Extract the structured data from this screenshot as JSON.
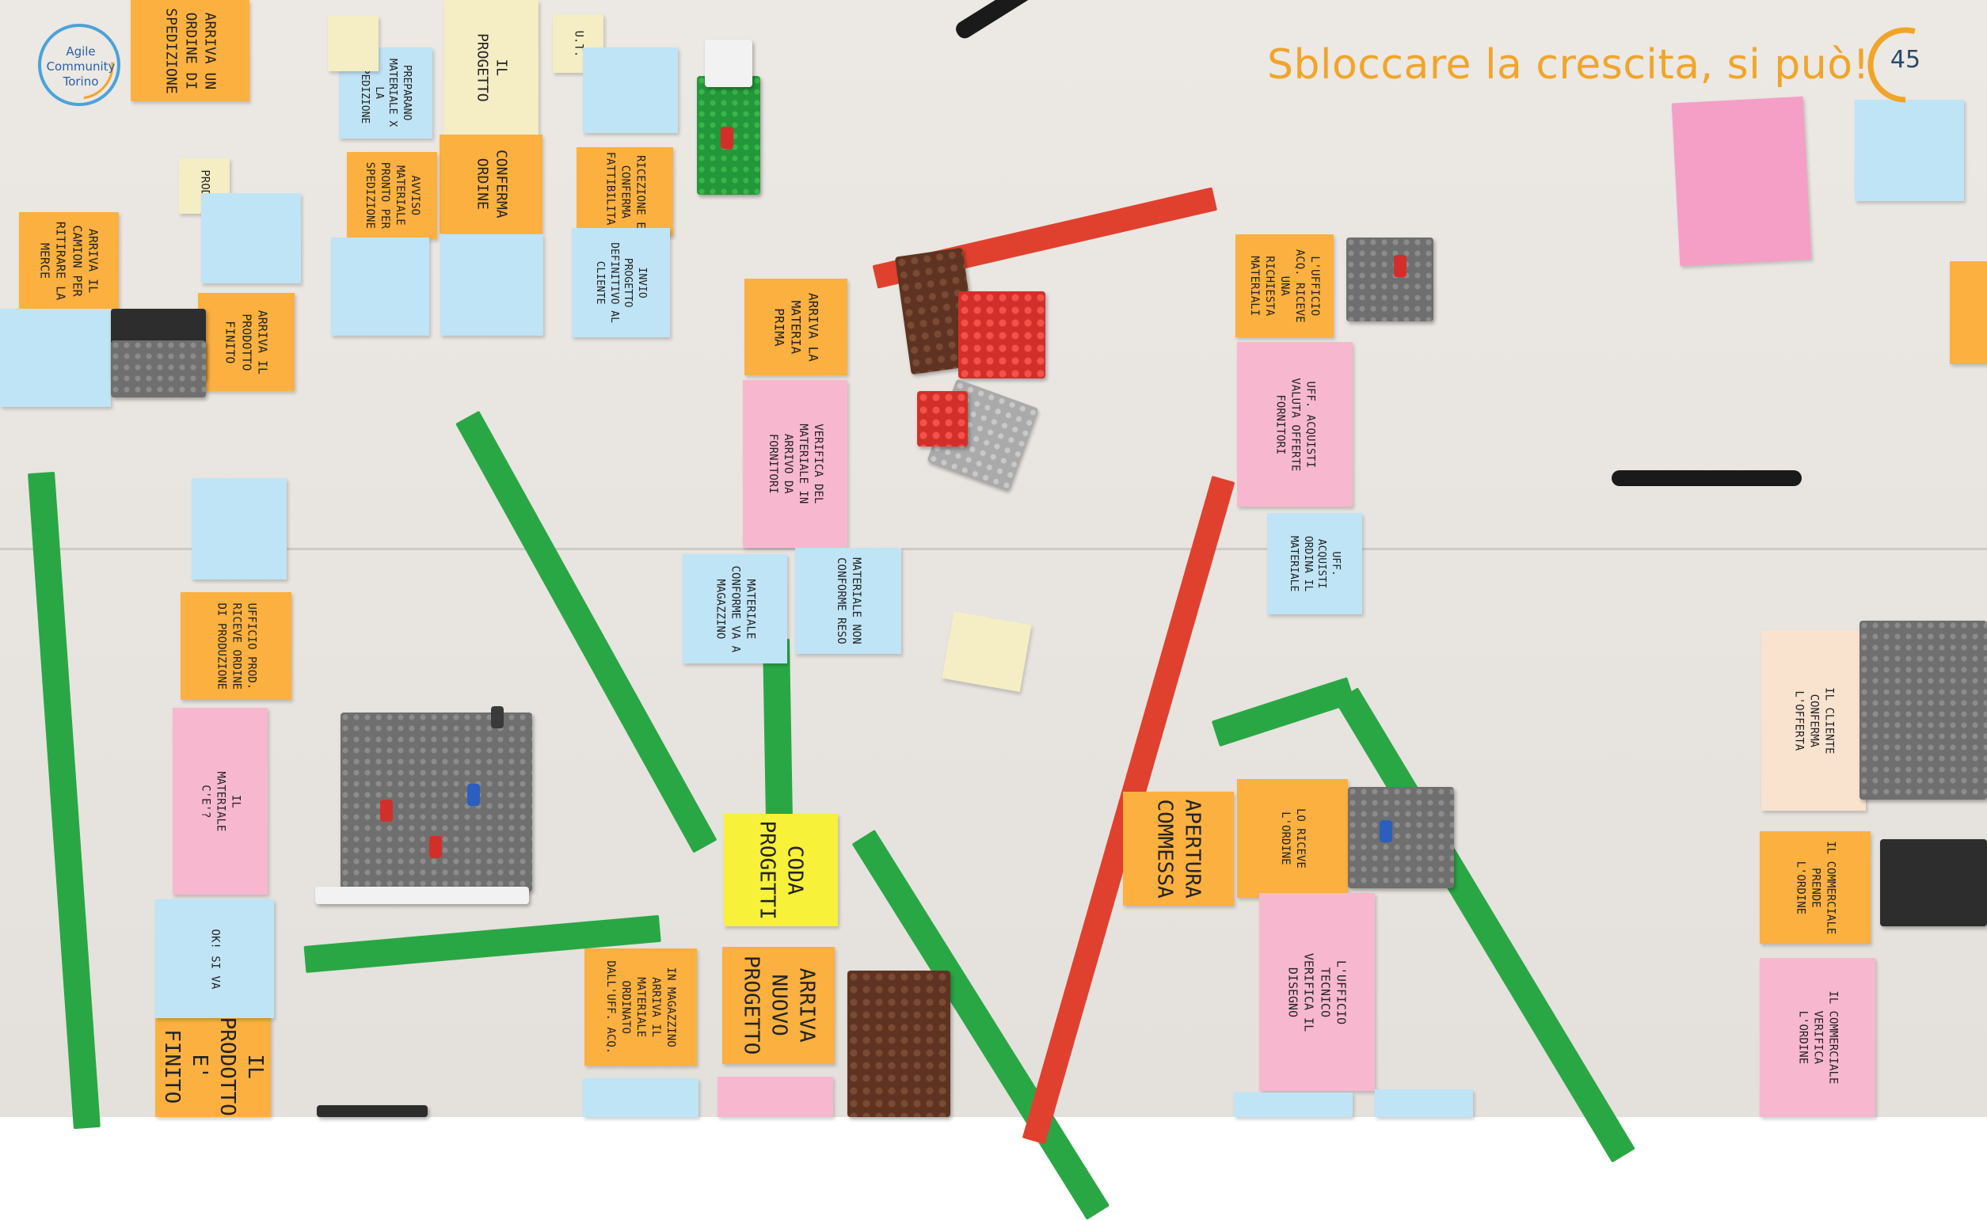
{
  "slide": {
    "title": "Sbloccare la crescita, si può!",
    "page_number": "45",
    "accent_color": "#f0a52a"
  },
  "logo": {
    "line1": "Agile",
    "line2": "Community",
    "line3": "Torino"
  },
  "photo": {
    "notes": [
      {
        "id": "n1",
        "text": "ARRIVA UN ORDINE DI SPEDIZIONE"
      },
      {
        "id": "n2",
        "text": "IL PROGETTO"
      },
      {
        "id": "n3",
        "text": "U.T."
      },
      {
        "id": "n4",
        "text": "PREPARANO MATERIALE X LA SPEDIZIONE"
      },
      {
        "id": "n5",
        "text": "CONFERMA ORDINE"
      },
      {
        "id": "n6",
        "text": "RICEZIONE E CONFERMA FATTIBILITA'"
      },
      {
        "id": "n7",
        "text": "PROD."
      },
      {
        "id": "n8",
        "text": "AVVISO MATERIALE PRONTO PER SPEDIZIONE"
      },
      {
        "id": "n9",
        "text": "ARRIVA IL CAMION PER RITIRARE LA MERCE"
      },
      {
        "id": "n10",
        "text": "ARRIVA IL PRODOTTO FINITO"
      },
      {
        "id": "n11",
        "text": "INVIO PROGETTO DEFINITIVO AL CLIENTE"
      },
      {
        "id": "n12",
        "text": "ARRIVA LA MATERIA PRIMA"
      },
      {
        "id": "n13",
        "text": "VERIFICA DEL MATERIALE IN ARRIVO DA FORNITORI"
      },
      {
        "id": "n14",
        "text": "L'UFFICIO ACQ. RICEVE UNA RICHIESTA MATERIALI"
      },
      {
        "id": "n15",
        "text": "UFF. ACQUISTI VALUTA OFFERTE FORNITORI"
      },
      {
        "id": "n16",
        "text": "UFF. ACQUISTI ORDINA IL MATERIALE"
      },
      {
        "id": "n17",
        "text": "MATERIALE CONFORME VA A MAGAZZINO"
      },
      {
        "id": "n18",
        "text": "MATERIALE NON CONFORME RESO"
      },
      {
        "id": "n19",
        "text": "UFFICIO PROD. RICEVE ORDINE DI PRODUZIONE"
      },
      {
        "id": "n20",
        "text": "IL MATERIALE C'E'?"
      },
      {
        "id": "n21",
        "text": "CODA PROGETTI"
      },
      {
        "id": "n22",
        "text": "APERTURA COMMESSA"
      },
      {
        "id": "n23",
        "text": "LO RICEVE L'ORDINE"
      },
      {
        "id": "n24",
        "text": "L'UFFICIO TECNICO VERIFICA IL DISEGNO"
      },
      {
        "id": "n25",
        "text": "IL CLIENTE CONFERMA L'OFFERTA"
      },
      {
        "id": "n26",
        "text": "IL COMMERCIALE PRENDE L'ORDINE"
      },
      {
        "id": "n27",
        "text": "IL COMMERCIALE VERIFICA L'ORDINE"
      },
      {
        "id": "n28",
        "text": "IN MAGAZZINO ARRIVA IL MATERIALE ORDINATO DALL'UFF. ACQ."
      },
      {
        "id": "n29",
        "text": "ARRIVA NUOVO PROGETTO"
      },
      {
        "id": "n30",
        "text": "IL PRODOTTO E' FINITO"
      },
      {
        "id": "n31",
        "text": "OK! SI VA"
      }
    ]
  }
}
